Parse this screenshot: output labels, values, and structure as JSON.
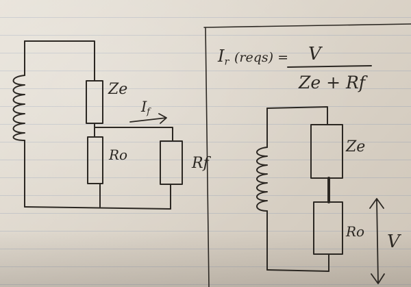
{
  "labels": {
    "left_top_resistor": "Ze",
    "left_bottom_resistor": "Ro",
    "left_load_resistor": "Rf",
    "current_main": "I",
    "current_sub": "f",
    "formula_lhs_main": "I",
    "formula_lhs_sub": "r",
    "formula_lhs_paren": "(reqs) =",
    "formula_numerator": "V",
    "formula_denominator": "Ze + Rf",
    "right_top_resistor": "Ze",
    "right_bottom_resistor": "Ro",
    "voltage": "V"
  },
  "colors": {
    "ink": "#2b2722",
    "paper": "#e3ddd3",
    "rule": "#8c9cb5"
  }
}
